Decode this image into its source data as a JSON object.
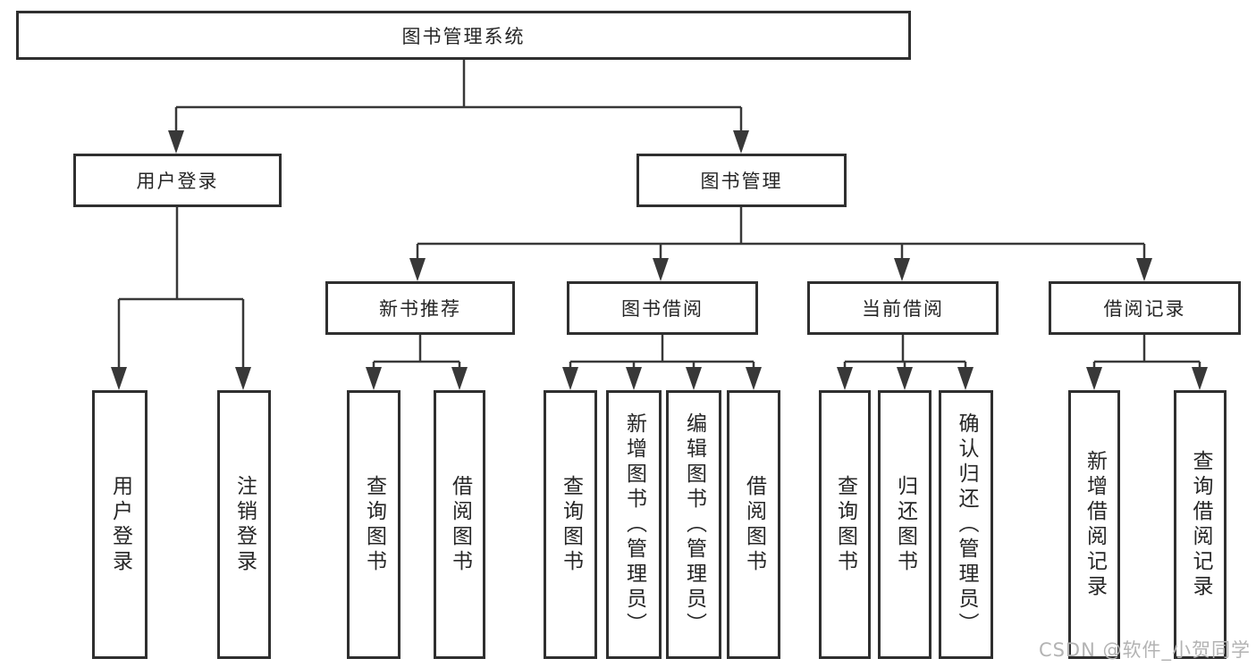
{
  "tree": {
    "root": {
      "label": "图书管理系统"
    },
    "branches": [
      {
        "label": "用户登录",
        "children": [
          {
            "label": "用户登录"
          },
          {
            "label": "注销登录"
          }
        ]
      },
      {
        "label": "图书管理",
        "children": [
          {
            "label": "新书推荐",
            "children": [
              {
                "label": "查询图书"
              },
              {
                "label": "借阅图书"
              }
            ]
          },
          {
            "label": "图书借阅",
            "children": [
              {
                "label": "查询图书"
              },
              {
                "label": "新增图书（管理员）"
              },
              {
                "label": "编辑图书（管理员）"
              },
              {
                "label": "借阅图书"
              }
            ]
          },
          {
            "label": "当前借阅",
            "children": [
              {
                "label": "查询图书"
              },
              {
                "label": "归还图书"
              },
              {
                "label": "确认归还（管理员）"
              }
            ]
          },
          {
            "label": "借阅记录",
            "children": [
              {
                "label": "新增借阅记录"
              },
              {
                "label": "查询借阅记录"
              }
            ]
          }
        ]
      }
    ]
  },
  "watermark": "CSDN @软件_小贺同学",
  "colors": {
    "line": "#383838",
    "box_border": "#2f2f2f",
    "text": "#262626",
    "background": "#ffffff",
    "watermark": "#b3b3b3"
  }
}
